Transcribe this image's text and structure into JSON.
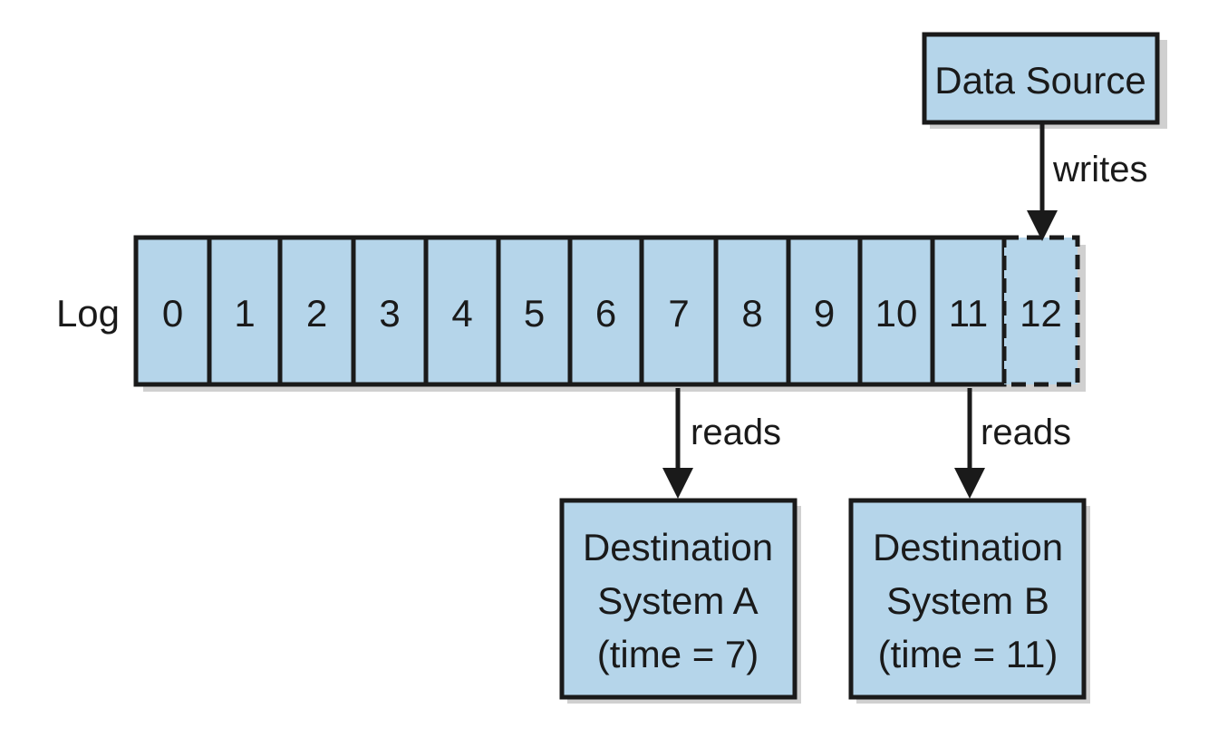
{
  "log_label": "Log",
  "cells": [
    "0",
    "1",
    "2",
    "3",
    "4",
    "5",
    "6",
    "7",
    "8",
    "9",
    "10",
    "11",
    "12"
  ],
  "pending_cell": "12",
  "data_source": {
    "label": "Data Source",
    "edge_label": "writes"
  },
  "destinations": [
    {
      "lines": [
        "Destination",
        "System A",
        "(time = 7)"
      ],
      "reads_from": "7",
      "edge_label": "reads"
    },
    {
      "lines": [
        "Destination",
        "System B",
        "(time = 11)"
      ],
      "reads_from": "11",
      "edge_label": "reads"
    }
  ],
  "colors": {
    "box_fill": "#b5d5ea",
    "stroke": "#1a1a1a",
    "text": "#1a1a1a"
  }
}
